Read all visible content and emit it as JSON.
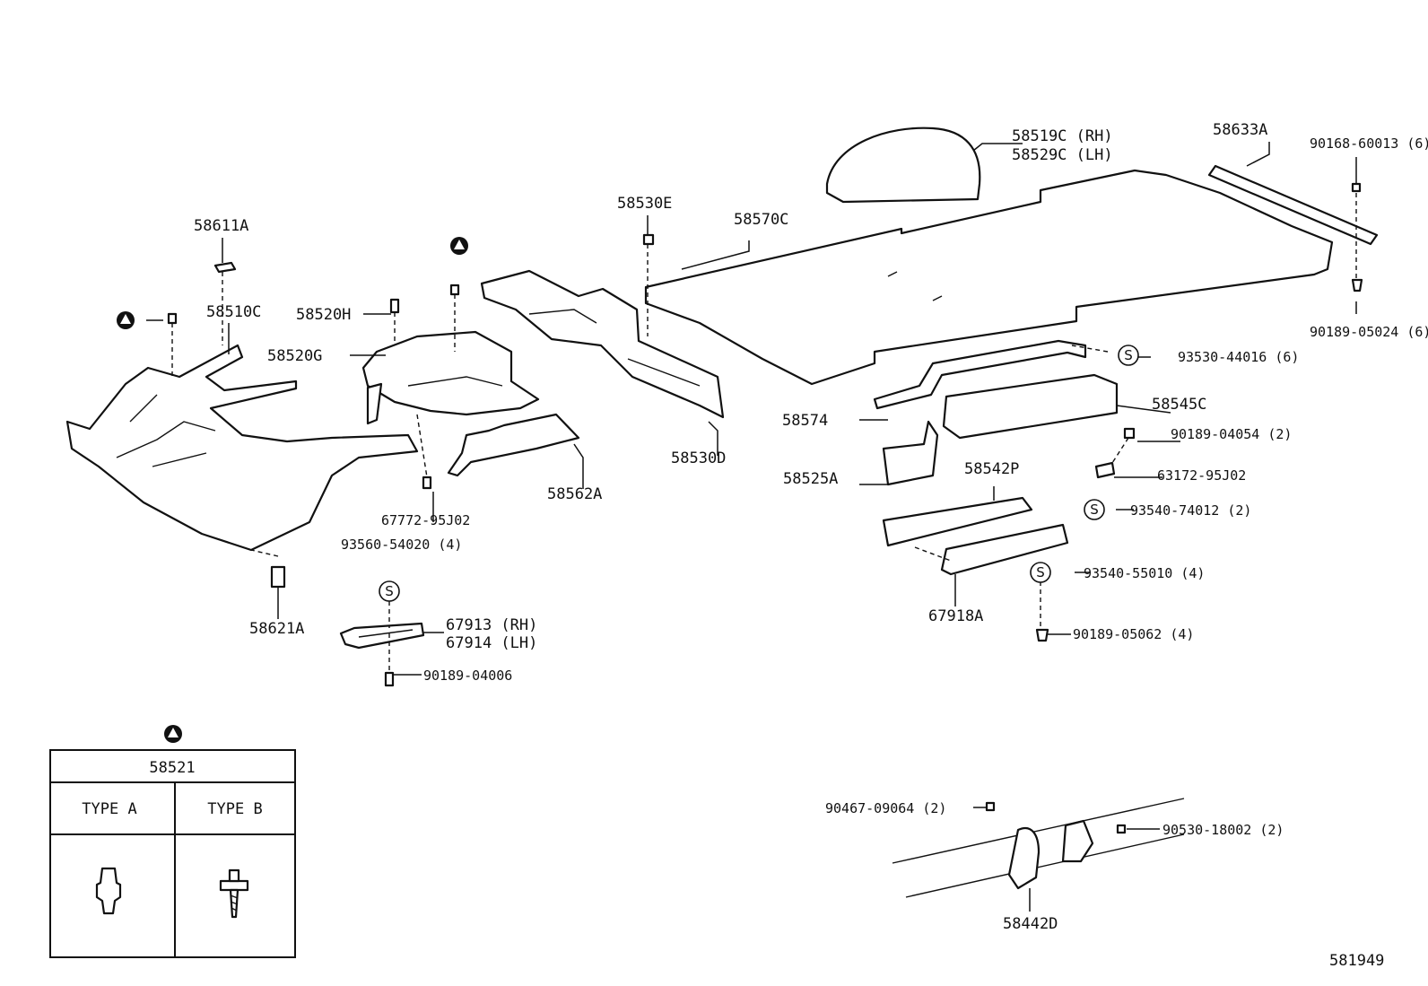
{
  "parts": {
    "p58519c": "58519C (RH)",
    "p58529c": "58529C (LH)",
    "p58633a": "58633A",
    "p90168": "90168-60013 (6)",
    "p58530e": "58530E",
    "p58570c": "58570C",
    "p58611a": "58611A",
    "p58510c": "58510C",
    "p58520h": "58520H",
    "p58520g": "58520G",
    "p90189_05024": "90189-05024 (6)",
    "p93530": "93530-44016 (6)",
    "p58545c": "58545C",
    "p58574": "58574",
    "p90189_04054": "90189-04054 (2)",
    "p58530d": "58530D",
    "p58525a": "58525A",
    "p58542p": "58542P",
    "p63172": "63172-95J02",
    "p58562a": "58562A",
    "p93540_74012": "93540-74012 (2)",
    "p67772": "67772-95J02",
    "p93560": "93560-54020 (4)",
    "p93540_55010": "93540-55010 (4)",
    "p58621a": "58621A",
    "p67918a": "67918A",
    "p67913": "67913 (RH)",
    "p67914": "67914 (LH)",
    "p90189_05062": "90189-05062 (4)",
    "p90189_04006": "90189-04006",
    "p90467": "90467-09064 (2)",
    "p90530": "90530-18002 (2)",
    "p58442d": "58442D"
  },
  "symbols": {
    "s_mark": "S",
    "triangle_marker": "triangle-in-circle"
  },
  "legend_table": {
    "part_no": "58521",
    "type_a": "TYPE  A",
    "type_b": "TYPE  B"
  },
  "figure_number": "581949"
}
